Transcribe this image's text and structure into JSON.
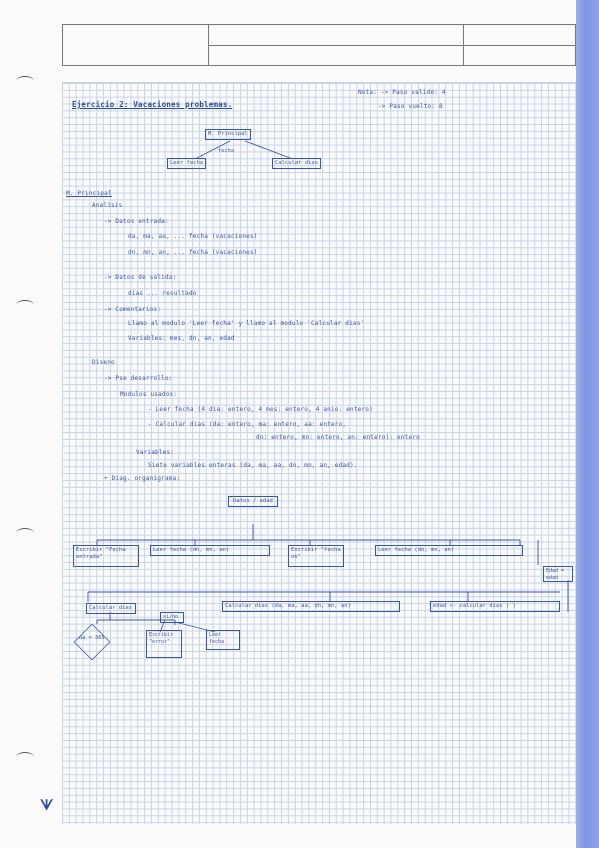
{
  "header": {},
  "notes": {
    "title": "Ejercicio 2: Vacaciones problemas.",
    "legend_1": "Nota: -> Paso valido: 4",
    "legend_2": "-> Paso vuelto: 8"
  },
  "top_tree": {
    "root": "M. Principal",
    "left_child": "Leer fecha",
    "right_child": "Calcular dias",
    "edge_label": "fecha"
  },
  "analysis": {
    "heading": "M. Principal",
    "sub_analisis": "Analisis",
    "datos_entrada": "-> Datos entrada:",
    "line_da": "da, ma, aa, ... fecha (vacaciones)",
    "line_dn": "dn, mn, an, ... fecha (vacaciones)",
    "datos_salida": "-> Datos de salida:",
    "line_dias": "dias ... resultado",
    "comentarios": "-> Comentarios:",
    "comment_1": "Llamo al modulo 'Leer fecha' y llamo al modulo 'Calcular dias'",
    "comment_2": "Variables: mes, dn, an, edad",
    "diseno": "Diseno",
    "pseudo": "-> Pse desarrollo:",
    "modulos_usados": "Modulos usados:",
    "mod_1": "- Leer fecha (4 dia: entero, 4 mes: entero, 4 anio: entero)",
    "mod_2": "- Calcular dias (da: entero, ma: entero, aa: entero,",
    "mod_2b": "dn: entero, mn: entero, an: entero): entero",
    "variables": "Variables:",
    "var_line": "Siete variables enteras (da, ma, aa, dn, mn, an, edad).",
    "diagrama": "+ Diag. organigrama:"
  },
  "flow": {
    "top_box": "Datos / edad",
    "boxes": [
      "Escribir \"Fecha entrada\"",
      "Leer fecha (dn, mn, an)",
      "Escribir \"fecha ok\"",
      "Leer fecha (dn, mn, an)"
    ],
    "side_label": "Edad = edad",
    "lower_left": "Calcular dias",
    "lower_mid": "Calcular dias (da, ma, aa, dn, mn, an)",
    "lower_right": "edad <- calcular dias ( )",
    "diamond": "da < 365",
    "small_box_1": "si/no",
    "small_box_2": "Escribir \"error\"",
    "small_box_3": "Leer fecha"
  }
}
